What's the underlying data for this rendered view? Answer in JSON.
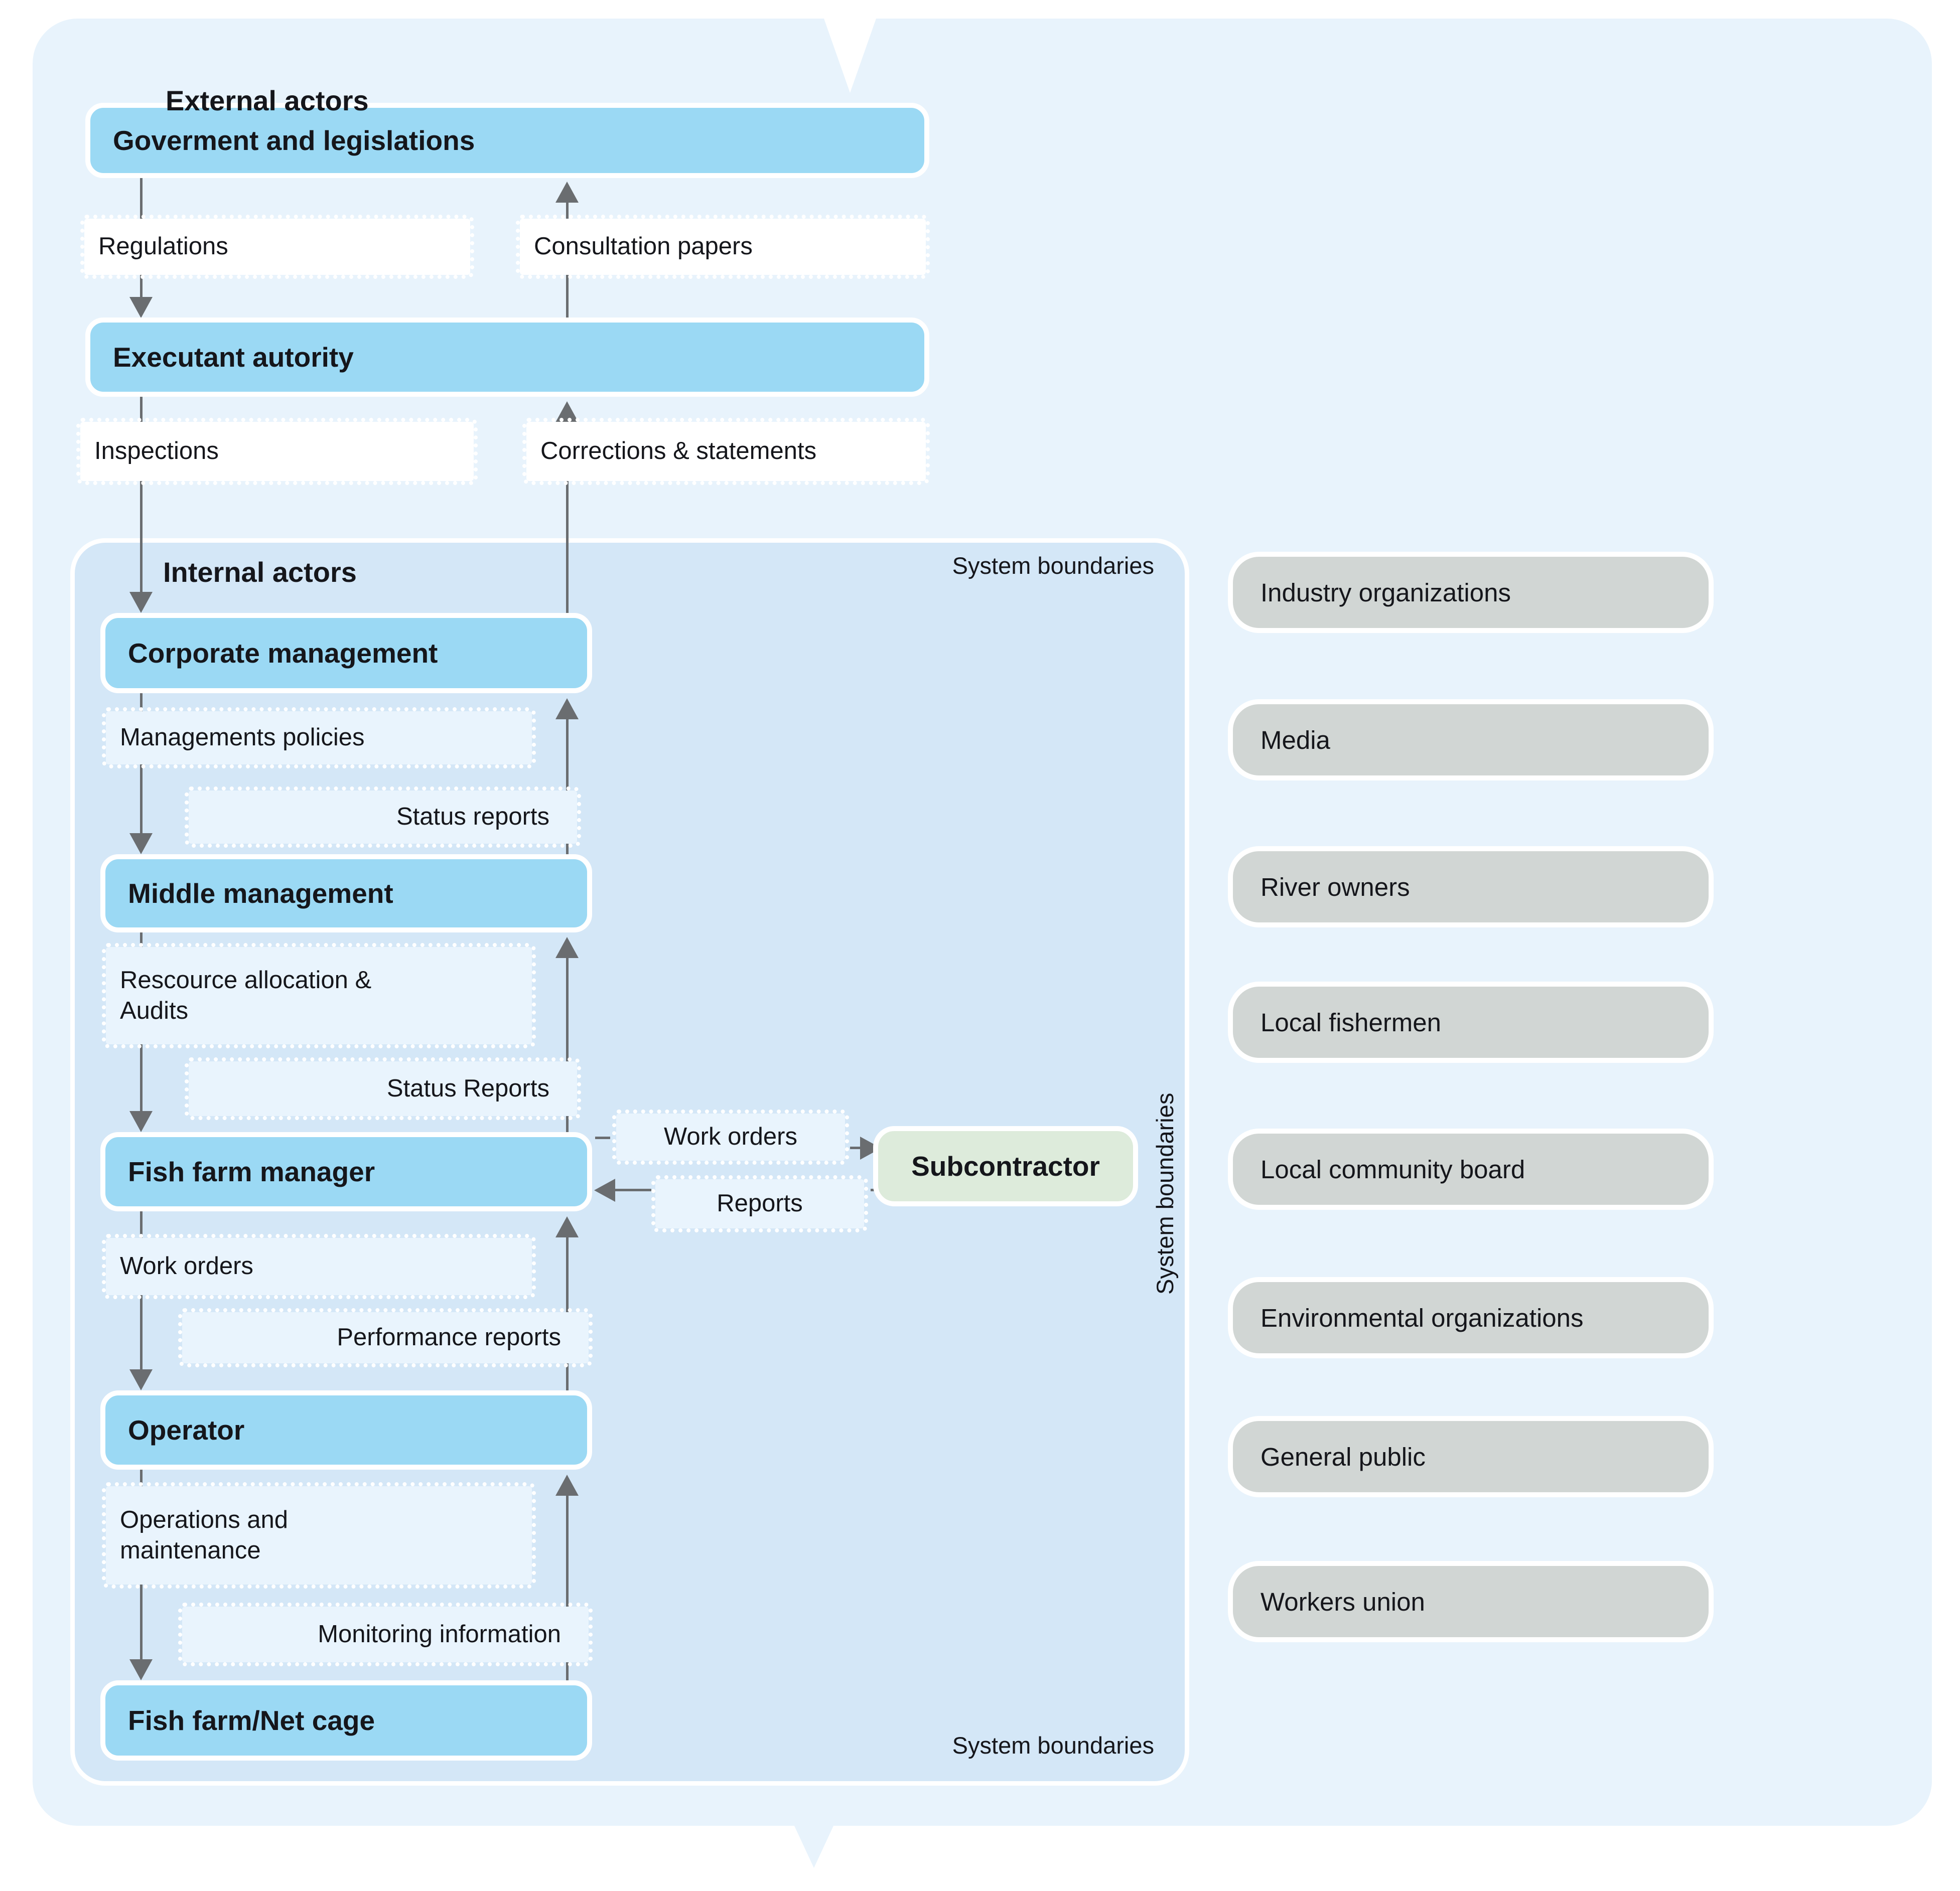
{
  "colors": {
    "outer_bg": "#e8f3fc",
    "inner_bg": "#d4e7f7",
    "actor_blue": "#9bd9f4",
    "stakeholder_gray": "#d1d6d4",
    "subcontractor_green": "#ddebdb",
    "label_light": "#e9f4fd",
    "label_white": "#ffffff",
    "line_gray": "#6a6d70",
    "text": "#15161b"
  },
  "external": {
    "title": "External actors",
    "government_box": "Goverment and legislations",
    "executant_box": "Executant autority",
    "flow_regulations": "Regulations",
    "flow_consultation": "Consultation papers",
    "flow_inspections": "Inspections",
    "flow_corrections": "Corrections & statements"
  },
  "system": {
    "title": "Internal actors",
    "boundary_label_top": "System boundaries",
    "boundary_label_side": "System boundaries",
    "boundary_label_bottom": "System boundaries",
    "corporate_box": "Corporate management",
    "middle_box": "Middle management",
    "fishfarm_manager_box": "Fish farm manager",
    "operator_box": "Operator",
    "fishfarm_box": "Fish farm/Net cage",
    "flow_management_policies": "Managements policies",
    "flow_status_reports_1": "Status reports",
    "flow_resource_allocation": "Rescource allocation &\nAudits",
    "flow_status_reports_2": "Status Reports",
    "flow_work_orders_out": "Work orders",
    "flow_reports_in": "Reports",
    "flow_work_orders": "Work orders",
    "flow_performance_reports": "Performance reports",
    "flow_operations": "Operations and\nmaintenance",
    "flow_monitoring": "Monitoring information",
    "subcontractor_box": "Subcontractor"
  },
  "stakeholders": {
    "items": [
      {
        "label": "Industry organizations"
      },
      {
        "label": "Media"
      },
      {
        "label": "River owners"
      },
      {
        "label": "Local fishermen"
      },
      {
        "label": "Local community board"
      },
      {
        "label": "Environmental organizations"
      },
      {
        "label": "General public"
      },
      {
        "label": "Workers union"
      }
    ]
  }
}
